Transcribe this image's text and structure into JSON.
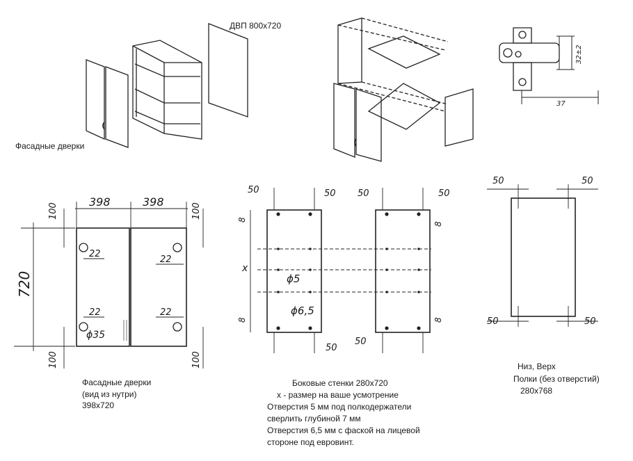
{
  "top": {
    "dvp_label": "ДВП 800х720",
    "facade_label": "Фасадные дверки"
  },
  "hinge": {
    "dim_height": "32±2",
    "dim_width": "37"
  },
  "doors": {
    "dim_width_left": "398",
    "dim_width_right": "398",
    "dim_height": "720",
    "dim_top_left": "100",
    "dim_top_right": "100",
    "dim_bottom_left": "100",
    "dim_bottom_right": "100",
    "dim_hole_top_left": "22",
    "dim_hole_top_right": "22",
    "dim_hole_bottom_left": "22",
    "dim_hole_bottom_right": "22",
    "dim_hole_dia": "ϕ35",
    "caption": [
      "Фасадные дверки",
      "(вид из нутри)",
      "398х720"
    ]
  },
  "sides": {
    "dim_50_a": "50",
    "dim_50_b": "50",
    "dim_50_c": "50",
    "dim_50_d": "50",
    "dim_50_e": "50",
    "dim_50_f": "50",
    "dim_8_a": "8",
    "dim_8_b": "8",
    "dim_8_c": "8",
    "dim_8_d": "8",
    "dim_x": "x",
    "dim_dia5": "ϕ5",
    "dim_dia65": "ϕ6,5",
    "caption": [
      "Боковые стенки   280х720",
      "x - размер на ваше усмотрение",
      "Отверстия 5 мм под полкодержатели",
      "сверлить глубиной 7 мм",
      "Отверстия 6,5 мм с фаской на лицевой",
      "стороне под евровинт."
    ]
  },
  "shelves": {
    "dim_50_tl": "50",
    "dim_50_tr": "50",
    "dim_50_bl": "50",
    "dim_50_br": "50",
    "caption": [
      "Низ, Верх",
      "Полки (без отверстий)",
      "280х768"
    ]
  }
}
